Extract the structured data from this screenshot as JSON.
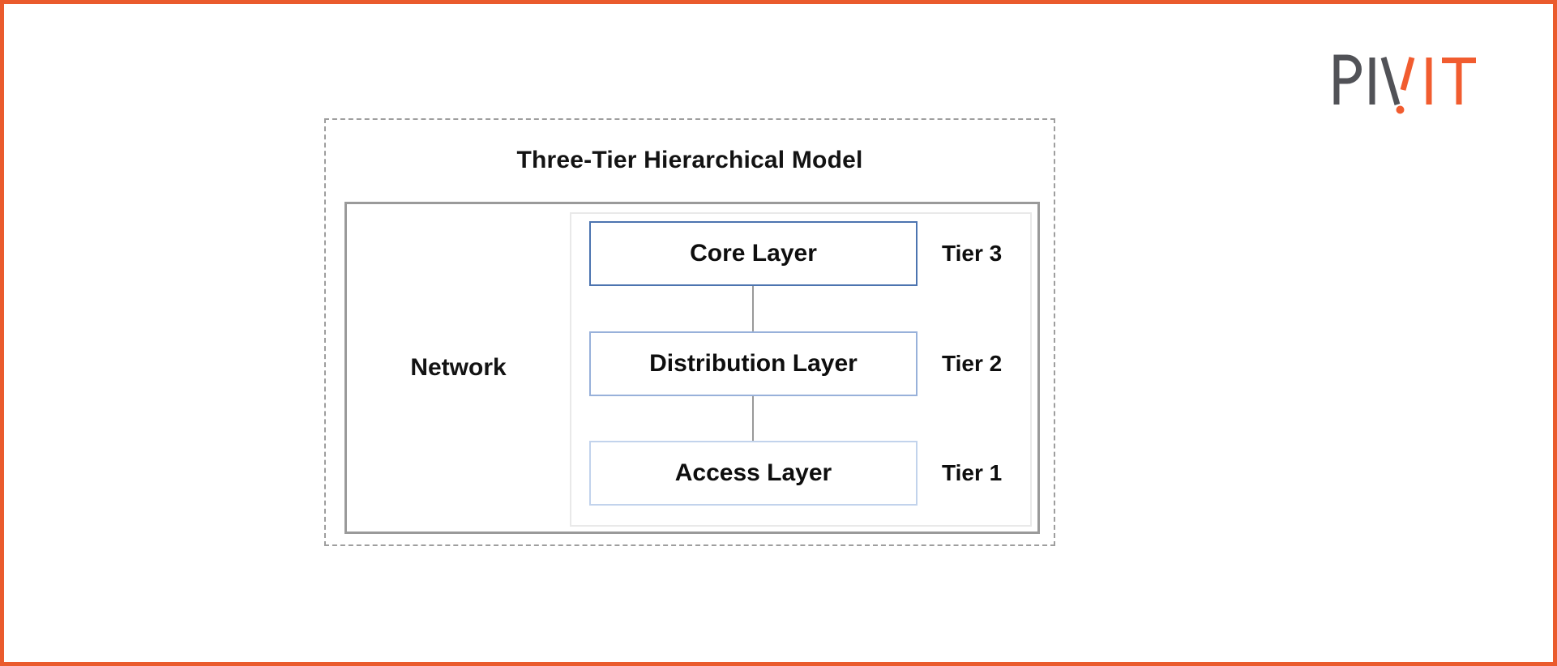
{
  "page": {
    "border_color": "#EA5B2D",
    "background": "#FFFFFF"
  },
  "logo": {
    "brand": "PivIT",
    "gray_color": "#515257",
    "orange_color": "#F15C2F"
  },
  "diagram": {
    "title": "Three-Tier Hierarchical Model",
    "network_label": "Network",
    "colors": {
      "dashed_border": "#9E9E9E",
      "solid_border": "#9A9A9A",
      "panel_border": "#E9E9E9",
      "connector": "#999999"
    },
    "tiers": [
      {
        "layer": "Core Layer",
        "tier": "Tier 3",
        "border_color": "#4C74B0"
      },
      {
        "layer": "Distribution Layer",
        "tier": "Tier 2",
        "border_color": "#98B1DA"
      },
      {
        "layer": "Access Layer",
        "tier": "Tier 1",
        "border_color": "#C2D3EC"
      }
    ]
  }
}
